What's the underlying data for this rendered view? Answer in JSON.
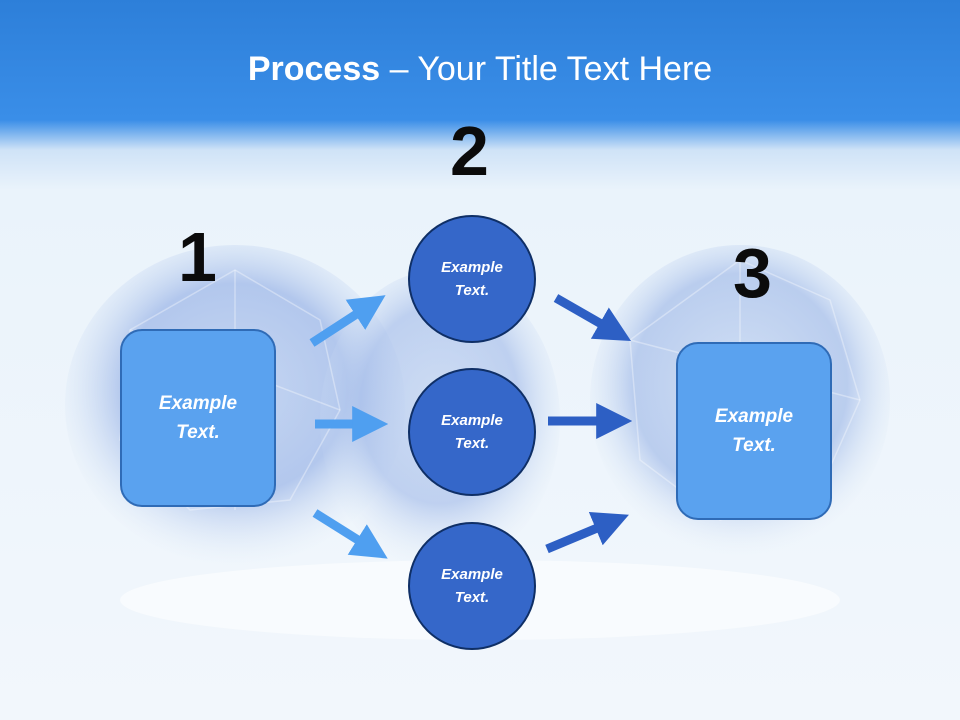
{
  "title": {
    "bold": "Process",
    "rest": " – Your Title Text Here"
  },
  "steps": [
    {
      "number": "1",
      "label": "Example\nText."
    },
    {
      "number": "2",
      "labels": [
        "Example\nText.",
        "Example\nText.",
        "Example\nText."
      ]
    },
    {
      "number": "3",
      "label": "Example\nText."
    }
  ],
  "colors": {
    "header": "#2d7fd9",
    "box": "#5aa2ef",
    "circle": "#3567c9",
    "arrow_light": "#4f9ff0",
    "arrow_dark": "#2d5fc4"
  }
}
